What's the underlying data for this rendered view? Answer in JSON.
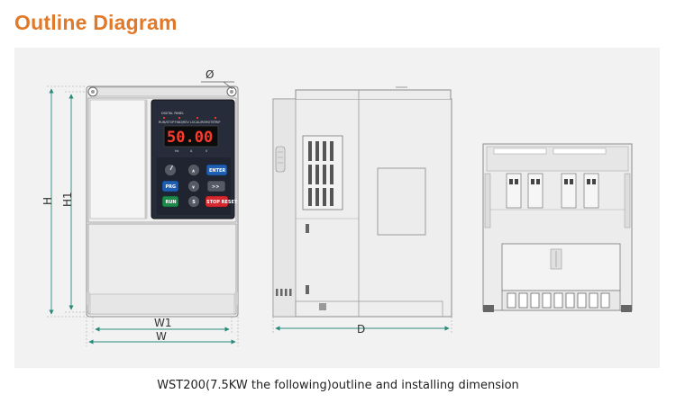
{
  "heading": "Outline Diagram",
  "caption": "WST200(7.5KW the following)outline and installing dimension",
  "dimensions": {
    "hole": "Ø",
    "height": "H",
    "height_inner": "H1",
    "width_inner": "W1",
    "width": "W",
    "depth": "D"
  },
  "keypad": {
    "panel_label": "DIGITAL PANEL",
    "indicator_labels": [
      "RUN/STOP",
      "FWD/REV",
      "LOCAL/REMOTE",
      "TRIP"
    ],
    "display_value": "50.00",
    "unit_labels": [
      "Hz",
      "A",
      "V"
    ],
    "keys": {
      "enter": "ENTER",
      "up": "∧",
      "down": "∨",
      "shift": ">>",
      "prg": "PRG",
      "run": "RUN",
      "s": "S",
      "stop": "STOP RESET"
    }
  },
  "colors": {
    "heading": "#e07a2a",
    "key_blue": "#1f5fb3",
    "key_green": "#1d8a4a",
    "key_red": "#d7282f",
    "lcd": "#ff3a2a"
  }
}
